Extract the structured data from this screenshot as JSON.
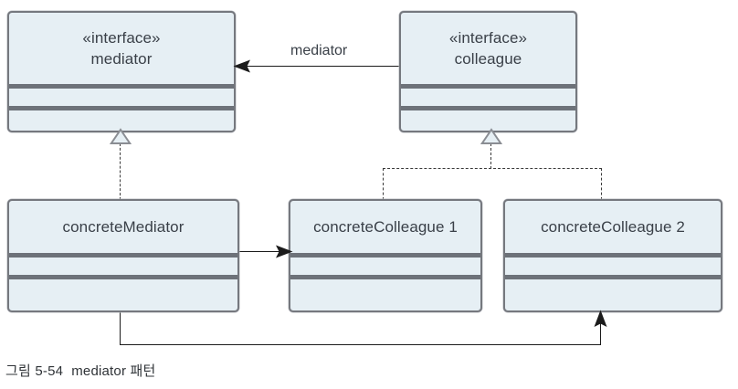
{
  "diagram": {
    "type": "uml-class-diagram",
    "pattern_name": "mediator",
    "colors": {
      "box_fill": "#e6eff4",
      "box_border": "#75787e",
      "compartment_divider": "#6d7279",
      "line": "#1b1b1b",
      "dashed_line": "#3a3a3a",
      "text": "#3a4048",
      "background": "#ffffff"
    },
    "classes": [
      {
        "id": "mediator",
        "stereotype": "«interface»",
        "name": "mediator",
        "compartments": 3
      },
      {
        "id": "colleague",
        "stereotype": "«interface»",
        "name": "colleague",
        "compartments": 3
      },
      {
        "id": "concreteMediator",
        "stereotype": "",
        "name": "concreteMediator",
        "compartments": 3
      },
      {
        "id": "concreteColleague1",
        "stereotype": "",
        "name": "concreteColleague 1",
        "compartments": 3
      },
      {
        "id": "concreteColleague2",
        "stereotype": "",
        "name": "concreteColleague 2",
        "compartments": 3
      }
    ],
    "relationships": [
      {
        "id": "colleague-uses-mediator",
        "kind": "association",
        "style": "solid",
        "from": "colleague",
        "to": "mediator",
        "label": "mediator",
        "arrow": "open-left"
      },
      {
        "id": "concreteMediator-realizes-mediator",
        "kind": "realization",
        "style": "dashed",
        "from": "concreteMediator",
        "to": "mediator",
        "label": "",
        "arrow": "hollow-triangle-up"
      },
      {
        "id": "concreteColleague1-realizes-colleague",
        "kind": "realization",
        "style": "dashed",
        "from": "concreteColleague 1",
        "to": "colleague",
        "label": "",
        "arrow": "hollow-triangle-up"
      },
      {
        "id": "concreteColleague2-realizes-colleague",
        "kind": "realization",
        "style": "dashed",
        "from": "concreteColleague 2",
        "to": "colleague",
        "label": "",
        "arrow": "hollow-triangle-up"
      },
      {
        "id": "concreteMediator-to-concreteColleague1",
        "kind": "association",
        "style": "solid",
        "from": "concreteMediator",
        "to": "concreteColleague 1",
        "label": "",
        "arrow": "open-right"
      },
      {
        "id": "concreteMediator-to-concreteColleague2",
        "kind": "association",
        "style": "solid",
        "from": "concreteMediator",
        "to": "concreteColleague 2",
        "label": "",
        "arrow": "open-up"
      }
    ]
  },
  "caption": {
    "figure_number": "그림 5-54",
    "title": "mediator 패턴"
  }
}
